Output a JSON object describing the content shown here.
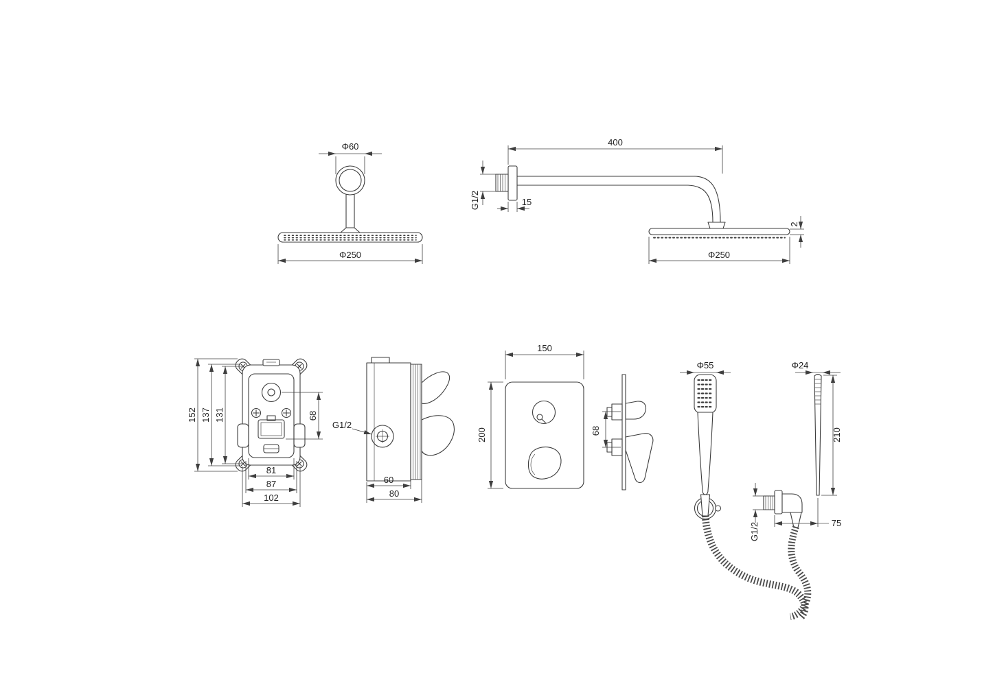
{
  "colors": {
    "background": "#ffffff",
    "line": "#3c3c3c",
    "text": "#1f1f1f"
  },
  "views": {
    "overhead_front": {
      "dim_connector_diameter": "Φ60",
      "dim_head_diameter": "Φ250"
    },
    "overhead_side": {
      "dim_arm_length": "400",
      "dim_wall_thread": "G1/2",
      "dim_flange_depth": "15",
      "dim_head_diameter": "Φ250",
      "dim_head_thickness": "2"
    },
    "valve_front": {
      "dim_height_outer": "152",
      "dim_height_mid": "137",
      "dim_height_inner": "131",
      "dim_port_spacing": "68",
      "dim_width_inner": "81",
      "dim_width_mid": "87",
      "dim_width_outer": "102"
    },
    "valve_side": {
      "dim_inlet_thread": "G1/2",
      "dim_depth_body": "60",
      "dim_depth_total": "80"
    },
    "trim_front": {
      "dim_plate_width": "150",
      "dim_plate_height": "200"
    },
    "trim_side": {
      "dim_control_spacing": "68"
    },
    "handshower_front": {
      "dim_head_diameter": "Φ55"
    },
    "handshower_side": {
      "dim_handle_diameter": "Φ24",
      "dim_length": "210",
      "dim_outlet_thread": "G1/2",
      "dim_bracket_offset": "75"
    }
  }
}
